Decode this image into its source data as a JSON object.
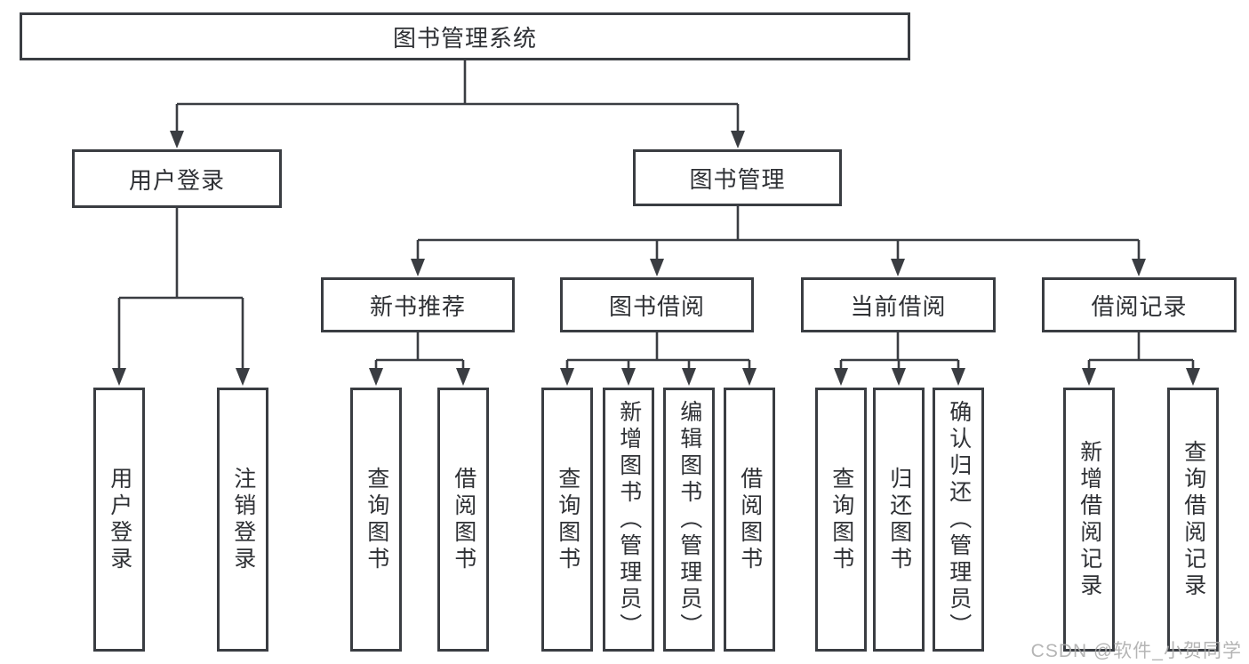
{
  "diagram_type": "hierarchy-tree",
  "theme": {
    "line": "#3a3d42",
    "ink": "#2f3135",
    "wm": "#a9a9a9",
    "background": "#ffffff"
  },
  "tree": {
    "root": {
      "label": "图书管理系统",
      "children": [
        {
          "label": "用户登录",
          "children": [
            {
              "label": "用户登录"
            },
            {
              "label": "注销登录"
            }
          ]
        },
        {
          "label": "图书管理",
          "children": [
            {
              "label": "新书推荐",
              "children": [
                {
                  "label": "查询图书"
                },
                {
                  "label": "借阅图书"
                }
              ]
            },
            {
              "label": "图书借阅",
              "children": [
                {
                  "label": "查询图书"
                },
                {
                  "label": "新增图书（管理员）"
                },
                {
                  "label": "编辑图书（管理员）"
                },
                {
                  "label": "借阅图书"
                }
              ]
            },
            {
              "label": "当前借阅",
              "children": [
                {
                  "label": "查询图书"
                },
                {
                  "label": "归还图书"
                },
                {
                  "label": "确认归还（管理员）"
                }
              ]
            },
            {
              "label": "借阅记录",
              "children": [
                {
                  "label": "新增借阅记录"
                },
                {
                  "label": "查询借阅记录"
                }
              ]
            }
          ]
        }
      ]
    }
  },
  "watermark": {
    "text": "CSDN @软件_小贺同学"
  }
}
